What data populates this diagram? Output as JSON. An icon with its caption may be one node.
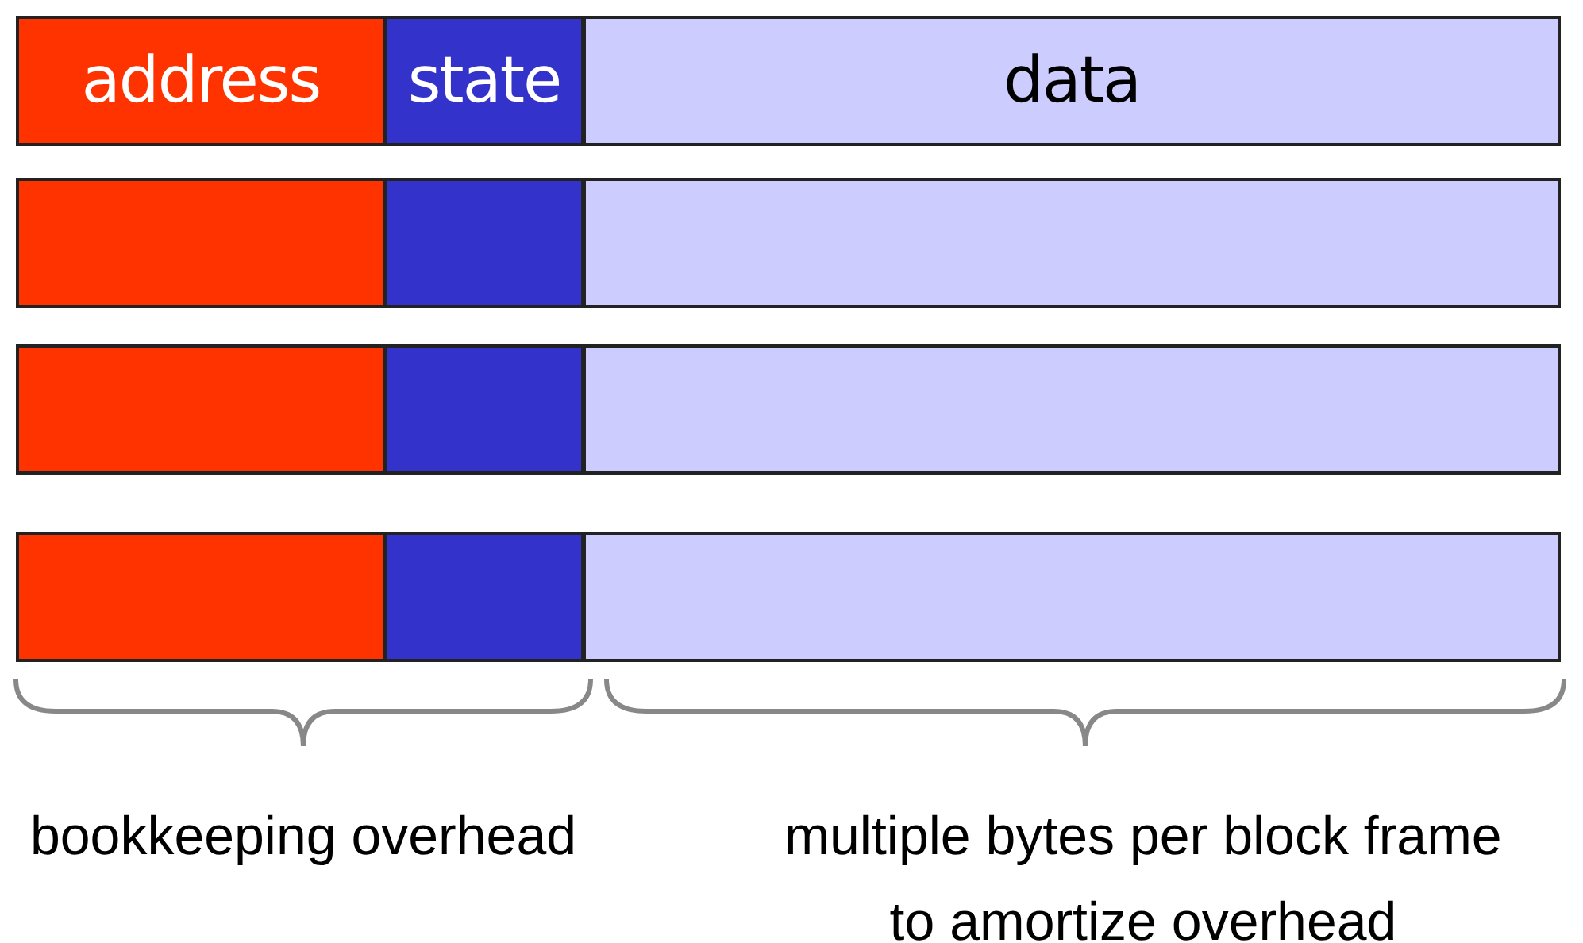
{
  "diagram": {
    "nodes": [
      {
        "text": [
          "address"
        ]
      },
      {
        "text": [
          "state"
        ]
      },
      {
        "text": [
          "data"
        ]
      },
      {
        "text": [],
        "shape": "box"
      },
      {
        "text": [],
        "shape": "box"
      },
      {
        "text": [],
        "shape": "box"
      },
      {
        "text": [],
        "shape": "box"
      },
      {
        "text": [],
        "shape": "box"
      },
      {
        "text": [],
        "shape": "box"
      },
      {
        "text": [],
        "shape": "box"
      },
      {
        "text": [],
        "shape": "box"
      },
      {
        "text": [],
        "shape": "box"
      }
    ],
    "labels": [
      "bookkeeping overhead",
      "multiple bytes per block frame to amortize overhead"
    ]
  }
}
